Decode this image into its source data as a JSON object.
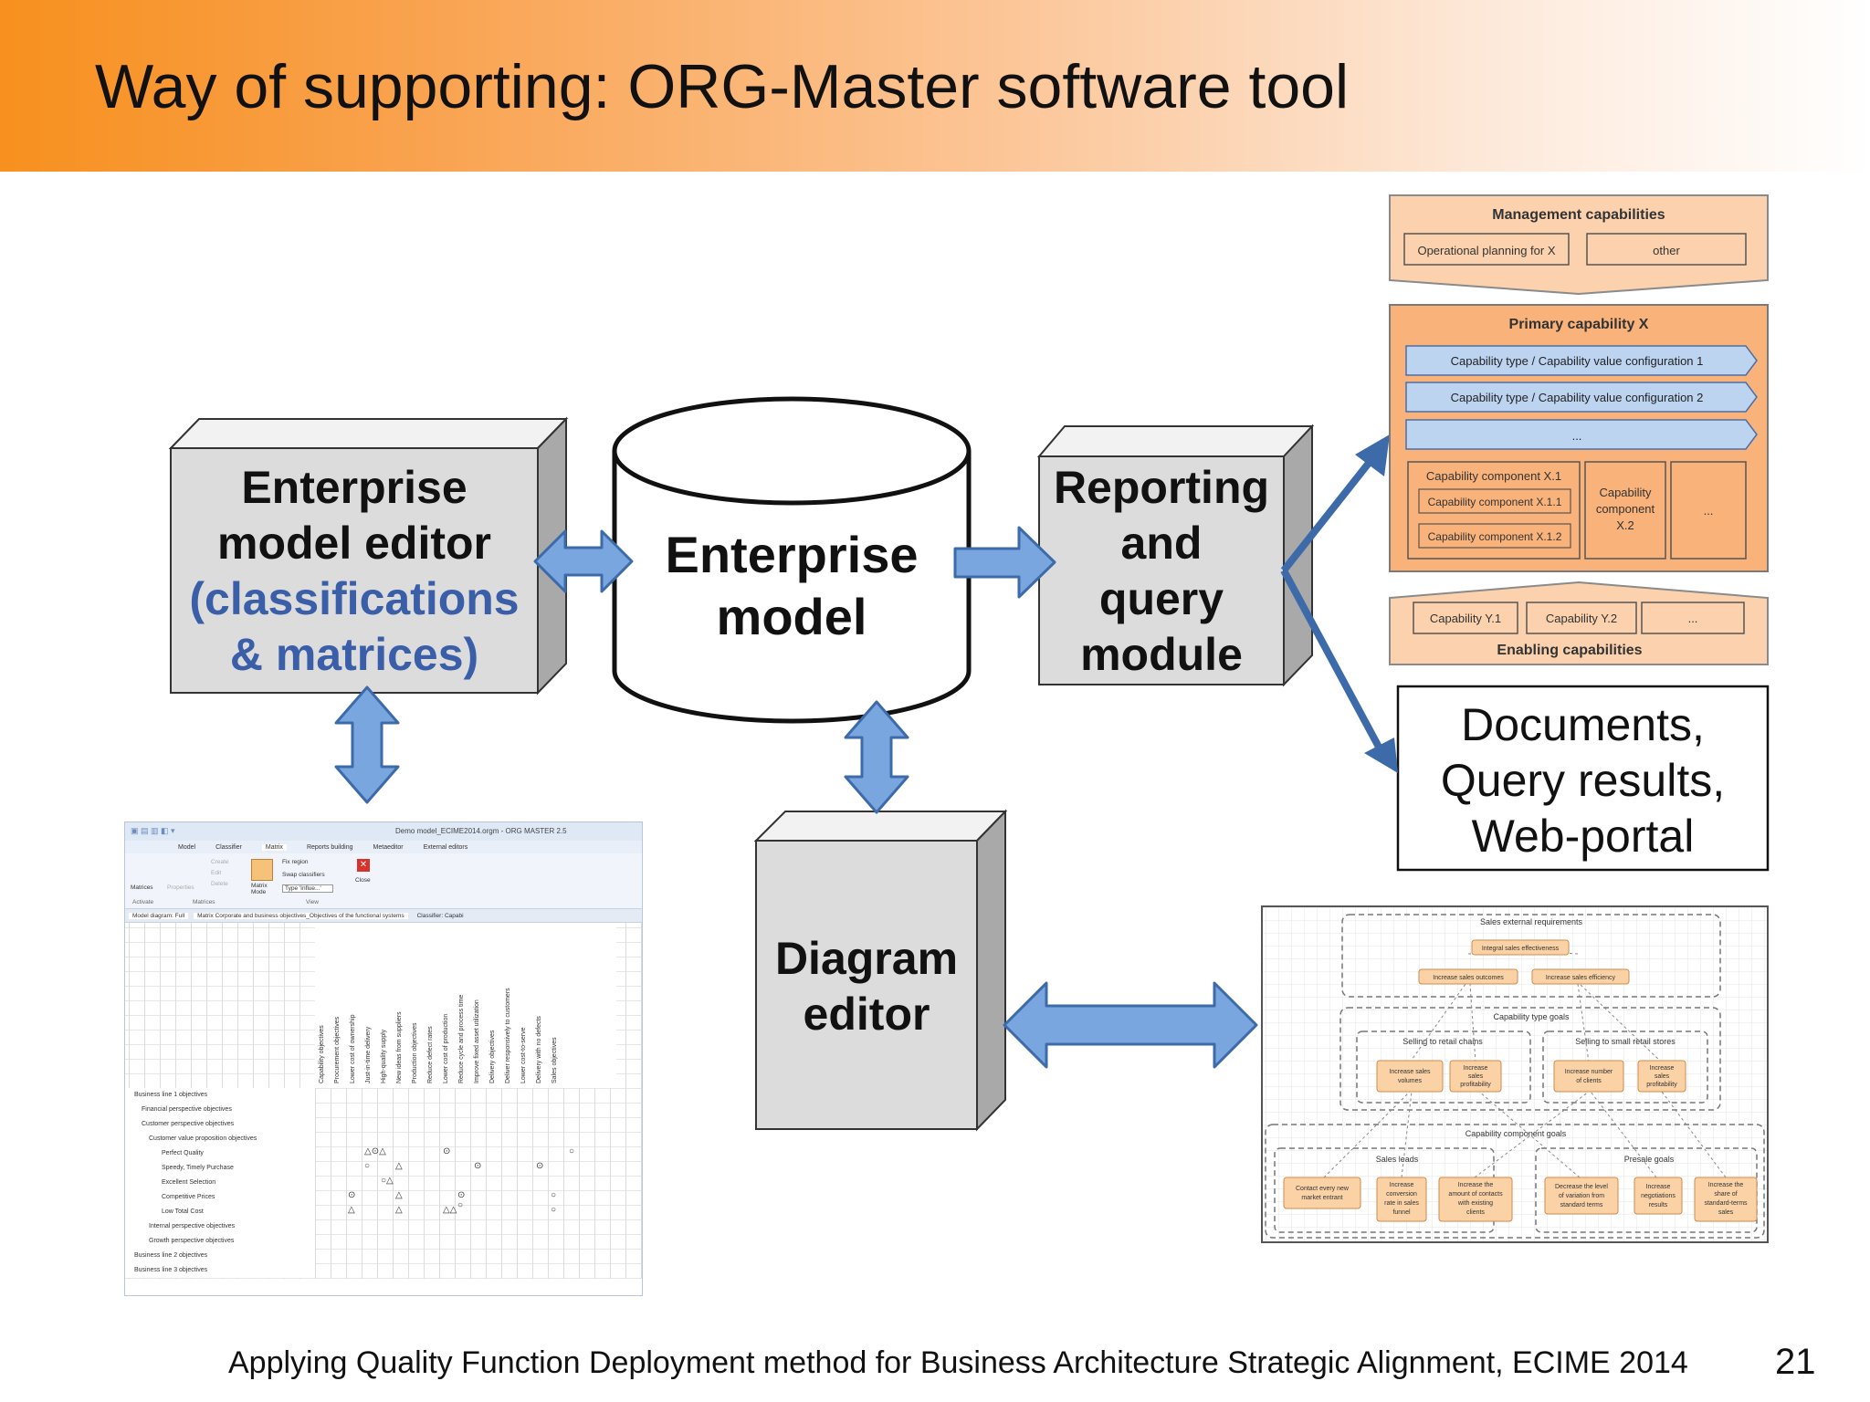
{
  "title": "Way of supporting: ORG-Master software tool",
  "footer": "Applying Quality Function Deployment method for Business Architecture Strategic Alignment, ECIME 2014",
  "page_number": "21",
  "colors": {
    "accent_orange": "#f7901e",
    "arrow_blue": "#7aa6e0",
    "arrow_dark": "#3d6aa8",
    "box_gray": "#dcdcdc",
    "highlight_blue": "#3a5ea8"
  },
  "editor_box": {
    "line1": "Enterprise",
    "line2": "model editor",
    "line3": "(classifications",
    "line4": "& matrices)"
  },
  "model_box": {
    "line1": "Enterprise",
    "line2": "model"
  },
  "reporting_box": {
    "line1": "Reporting",
    "line2": "and",
    "line3": "query",
    "line4": "module"
  },
  "diagram_box": {
    "line1": "Diagram",
    "line2": "editor"
  },
  "output_box": {
    "line1": "Documents,",
    "line2": "Query results,",
    "line3": "Web-portal"
  },
  "capability_map": {
    "management": {
      "title": "Management capabilities",
      "items": [
        "Operational planning for X",
        "other"
      ]
    },
    "primary": {
      "title": "Primary capability X",
      "chevrons": [
        "Capability type / Capability value configuration 1",
        "Capability type / Capability value configuration 2",
        "..."
      ],
      "component_x1": "Capability component X.1",
      "sub": [
        "Capability component X.1.1",
        "Capability component X.1.2"
      ],
      "component_x2_lines": [
        "Capability",
        "component",
        "X.2"
      ],
      "more": "..."
    },
    "enabling": {
      "title": "Enabling capabilities",
      "items": [
        "Capability Y.1",
        "Capability Y.2",
        "..."
      ]
    }
  },
  "app_screenshot": {
    "window_title": "Demo model_ECIME2014.orgm - ORG MASTER 2.5",
    "menu_tabs": [
      "Model",
      "Classifier",
      "Matrix",
      "Reports building",
      "Metaeditor",
      "External editors"
    ],
    "ribbon_labels": [
      "Matrices",
      "Properties",
      "Create",
      "Edit",
      "Delete",
      "Matrix Mode",
      "Fix region",
      "Swap classifiers",
      "Type 'Influe...'",
      "Close"
    ],
    "ribbon_groups": [
      "Activate",
      "Matrices",
      "View"
    ],
    "doc_tabs": [
      "Model diagram: Full",
      "Matrix Corporate and business objectives_Objectives of the functional systems",
      "Classifier: Capabi"
    ],
    "columns": [
      "Capability objectives",
      "Procurement objectives",
      "Lower cost of ownership",
      "Just-in-time delivery",
      "High-quality supply",
      "New ideas from suppliers",
      "Production objectives",
      "Reduce defect rates",
      "Lower cost of production",
      "Reduce cycle and process time",
      "Improve fixed asset utilization",
      "Delivery objectives",
      "Deliver responsively to customers",
      "Lower cost-to-serve",
      "Delivery with no defects",
      "Sales objectives"
    ],
    "rows": [
      "Business line 1 objectives",
      "Financial perspective objectives",
      "Customer perspective objectives",
      "Customer value proposition objectives",
      "Perfect Quality",
      "Speedy, Timely Purchase",
      "Excellent Selection",
      "Competitive Prices",
      "Low Total Cost",
      "Internal perspective objectives",
      "Growth perspective objectives",
      "Business line 2 objectives",
      "Business line 3 objectives"
    ]
  },
  "goal_diagram": {
    "region_titles": [
      "Sales external requirements",
      "Capability type goals",
      "Capability component goals"
    ],
    "group_titles": [
      "Selling to retail chains",
      "Selling to small retail stores",
      "Sales leads",
      "Presale goals"
    ],
    "top_goal": "Integral sales effectiveness",
    "mid_goals": [
      "Increase sales outcomes",
      "Increase sales efficiency"
    ],
    "type_goals": [
      [
        "Increase sales",
        "volumes"
      ],
      [
        "Increase",
        "sales",
        "profitability"
      ],
      [
        "Increase number",
        "of clients"
      ],
      [
        "Increase",
        "sales",
        "profitability"
      ]
    ],
    "component_goals": [
      [
        "Contact every new",
        "market entrant"
      ],
      [
        "Increase",
        "conversion",
        "rate in sales",
        "funnel"
      ],
      [
        "Increase the",
        "amount of contacts",
        "with existing",
        "clients"
      ],
      [
        "Decrease the level",
        "of variation from",
        "standard terms"
      ],
      [
        "Increase",
        "negotiations",
        "results"
      ],
      [
        "Increase the",
        "share of",
        "standard-terms",
        "sales"
      ]
    ]
  }
}
